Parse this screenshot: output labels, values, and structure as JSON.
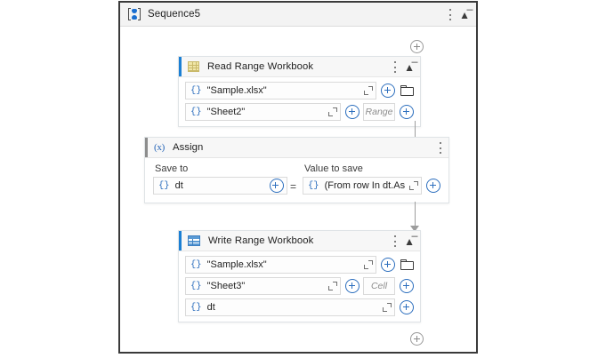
{
  "designer": {
    "sequence": {
      "icon": "sequence-icon",
      "title": "Sequence5",
      "menu_icon": "kebab-menu-icon",
      "collapse_icon": "double-chevron-up-icon"
    },
    "add_node_label": "+",
    "activities": [
      {
        "id": "read-range-workbook",
        "icon": "spreadsheet-yellow-icon",
        "title": "Read Range Workbook",
        "menu_icon": "kebab-menu-icon",
        "collapse_icon": "double-chevron-up-icon",
        "accent_color": "#1b7fd4",
        "fields": [
          {
            "brace": "{}",
            "value": "\"Sample.xlsx\"",
            "placeholder": "",
            "expand_icon": "expand-editor-icon",
            "plus_icon": "add-value-icon",
            "folder_icon": "browse-folder-icon",
            "sub_box": null
          },
          {
            "brace": "{}",
            "value": "\"Sheet2\"",
            "placeholder": "",
            "expand_icon": "expand-editor-icon",
            "plus_icon": "add-value-icon",
            "folder_icon": null,
            "sub_box": {
              "placeholder": "Range",
              "plus_icon": "add-value-icon"
            }
          }
        ]
      },
      {
        "id": "assign",
        "icon": "assign-variable-icon",
        "icon_glyph": "(x)",
        "title": "Assign",
        "menu_icon": "kebab-menu-icon",
        "collapse_icon": null,
        "accent_color": "#8d8d8d",
        "save_to_label": "Save to",
        "value_to_save_label": "Value to save",
        "equals": "=",
        "save_to": {
          "brace": "{}",
          "value": "dt",
          "plus_icon": "add-value-icon"
        },
        "value_to_save": {
          "brace": "{}",
          "value": "(From row In dt.AsEnum",
          "expand_icon": "expand-editor-icon",
          "plus_icon": "add-value-icon"
        }
      },
      {
        "id": "write-range-workbook",
        "icon": "spreadsheet-blue-icon",
        "title": "Write Range Workbook",
        "menu_icon": "kebab-menu-icon",
        "collapse_icon": "double-chevron-up-icon",
        "accent_color": "#1b7fd4",
        "fields": [
          {
            "brace": "{}",
            "value": "\"Sample.xlsx\"",
            "expand_icon": "expand-editor-icon",
            "plus_icon": "add-value-icon",
            "folder_icon": "browse-folder-icon",
            "sub_box": null
          },
          {
            "brace": "{}",
            "value": "\"Sheet3\"",
            "expand_icon": "expand-editor-icon",
            "plus_icon": "add-value-icon",
            "folder_icon": null,
            "sub_box": {
              "placeholder": "Cell",
              "plus_icon": "add-value-icon"
            }
          },
          {
            "brace": "{}",
            "value": "dt",
            "expand_icon": "expand-editor-icon",
            "plus_icon": "add-value-icon",
            "folder_icon": null,
            "sub_box": null
          }
        ]
      }
    ],
    "colors": {
      "accent_blue": "#1b7fd4",
      "brace_blue": "#2d6fbe",
      "frame_border": "#3a3a3a",
      "header_bg": "#f3f3f3",
      "connector": "#9d9d9d"
    }
  }
}
